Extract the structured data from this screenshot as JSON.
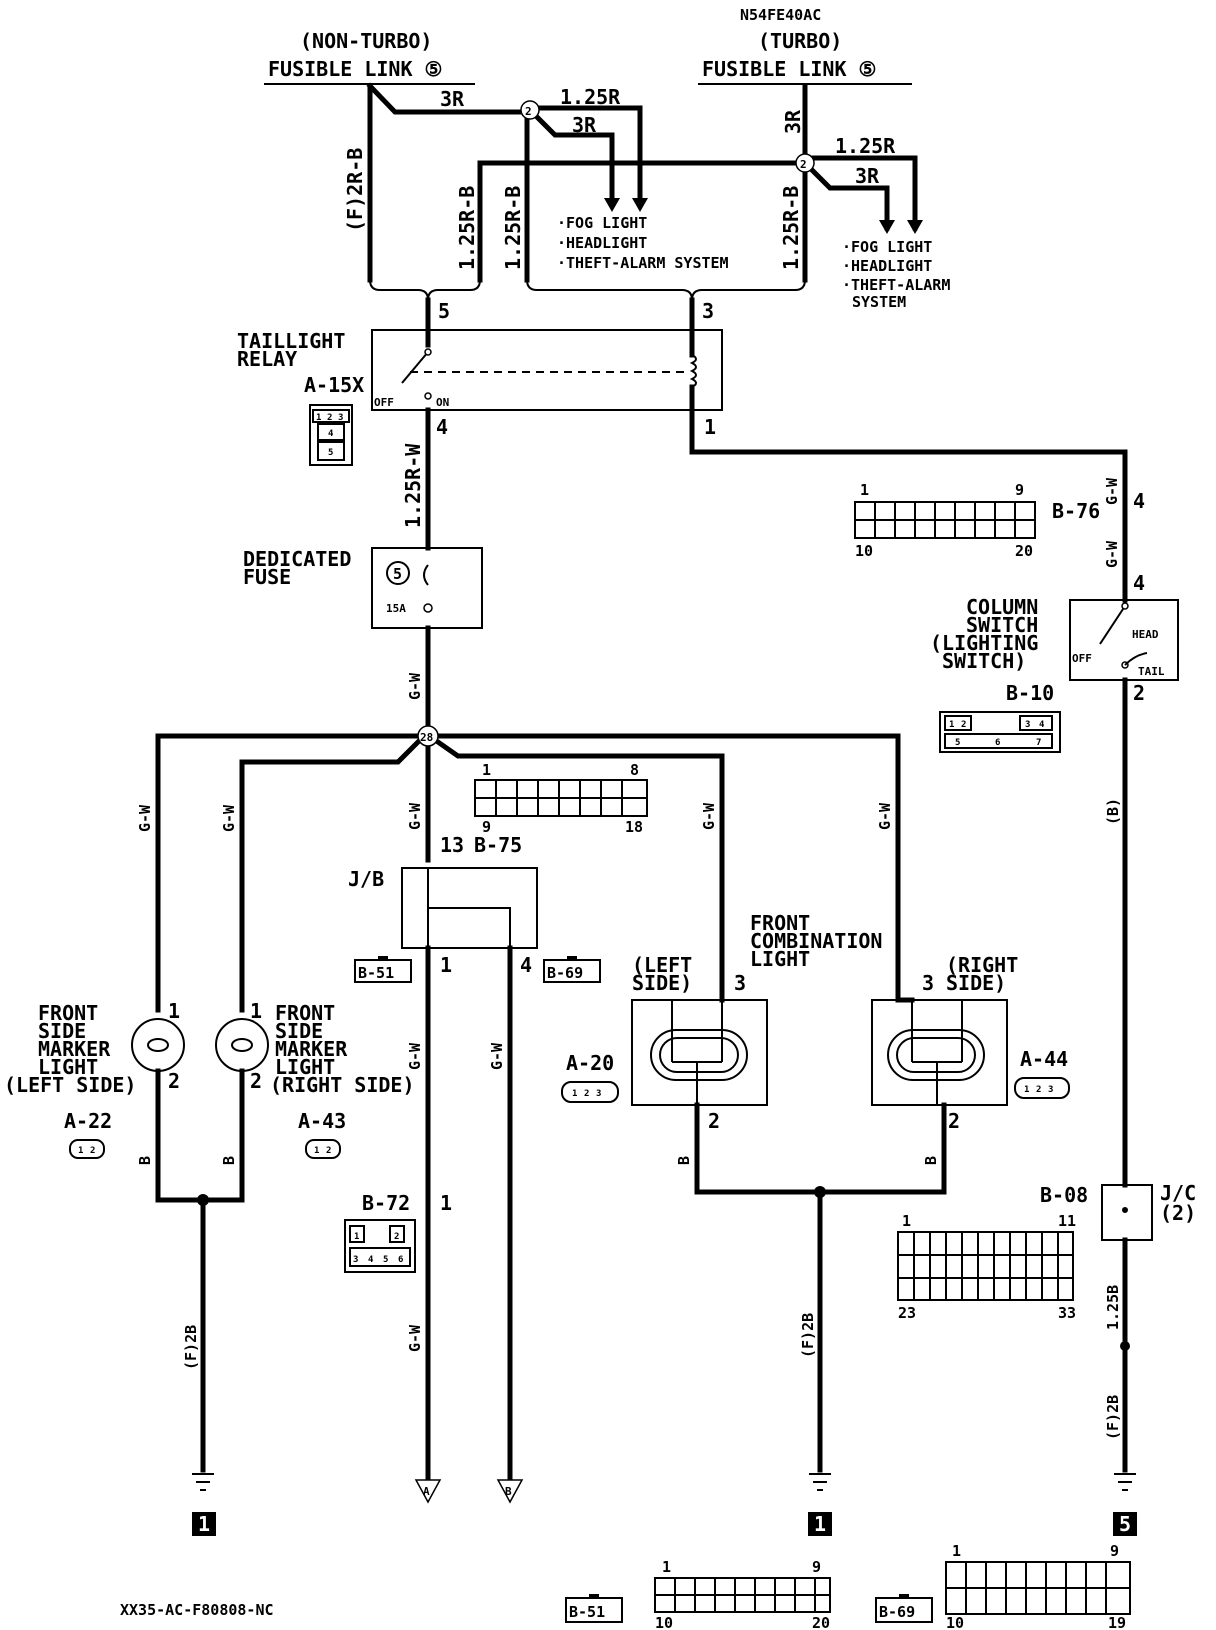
{
  "header": {
    "code": "N54FE40AC",
    "nonturbo": "(NON-TURBO)",
    "turbo": "(TURBO)",
    "fusible_link": "FUSIBLE LINK ⑤"
  },
  "wires": {
    "r3": "3R",
    "r125": "1.25R",
    "f2rb": "(F)2R-B",
    "rb125": "1.25R-B",
    "rw125": "1.25R-W",
    "gw": "G-W",
    "b": "B",
    "bparen": "(B)",
    "f2b": "(F)2B",
    "b125": "1.25B"
  },
  "loads": [
    "·FOG LIGHT",
    "·HEADLIGHT",
    "·THEFT-ALARM SYSTEM"
  ],
  "loads_turbo": [
    "·FOG LIGHT",
    "·HEADLIGHT",
    "·THEFT-ALARM",
    "SYSTEM"
  ],
  "relay": {
    "name1": "TAILLIGHT",
    "name2": "RELAY",
    "conn": "A-15X",
    "off": "OFF",
    "on": "ON",
    "pins": [
      "5",
      "3",
      "4",
      "1"
    ]
  },
  "fuse": {
    "name1": "DEDICATED",
    "name2": "FUSE",
    "num": "5",
    "amp": "15A"
  },
  "column_switch": {
    "l1": "COLUMN",
    "l2": "SWITCH",
    "l3": "(LIGHTING",
    "l4": "SWITCH)",
    "head": "HEAD",
    "off": "OFF",
    "tail": "TAIL",
    "conn": "B-10"
  },
  "connectors": {
    "b76": "B-76",
    "b75": "B-75",
    "b72": "B-72",
    "b51": "B-51",
    "b69": "B-69",
    "b08": "B-08",
    "a20": "A-20",
    "a44": "A-44",
    "a22": "A-22",
    "a43": "A-43"
  },
  "splices": {
    "s2": "2",
    "s28": "28"
  },
  "jb": "J/B",
  "jc1": "J/C",
  "jc2": "(2)",
  "marker_left": [
    "FRONT",
    "SIDE",
    "MARKER",
    "LIGHT",
    "(LEFT SIDE)"
  ],
  "marker_right": [
    "FRONT",
    "SIDE",
    "MARKER",
    "LIGHT",
    "(RIGHT SIDE)"
  ],
  "combo": {
    "l1": "FRONT",
    "l2": "COMBINATION",
    "l3": "LIGHT",
    "left1": "(LEFT",
    "left2": "SIDE)",
    "right1": "(RIGHT",
    "right2": "SIDE)"
  },
  "pins": {
    "p1": "1",
    "p2": "2",
    "p3": "3",
    "p4": "4",
    "p13": "13"
  },
  "conn_nums": {
    "n1": "1",
    "n9": "9",
    "n10": "10",
    "n20": "20",
    "n8": "8",
    "n18": "18",
    "n11": "11",
    "n23": "23",
    "n33": "33",
    "n19": "19"
  },
  "pin_grid": {
    "c1": "1",
    "c2": "2",
    "c3": "3",
    "c4": "4",
    "c5": "5",
    "c6": "6",
    "c7": "7"
  },
  "grounds": {
    "g1": "1",
    "g5": "5"
  },
  "off_page": {
    "a": "A",
    "b": "B"
  },
  "footer": "XX35-AC-F80808-NC"
}
